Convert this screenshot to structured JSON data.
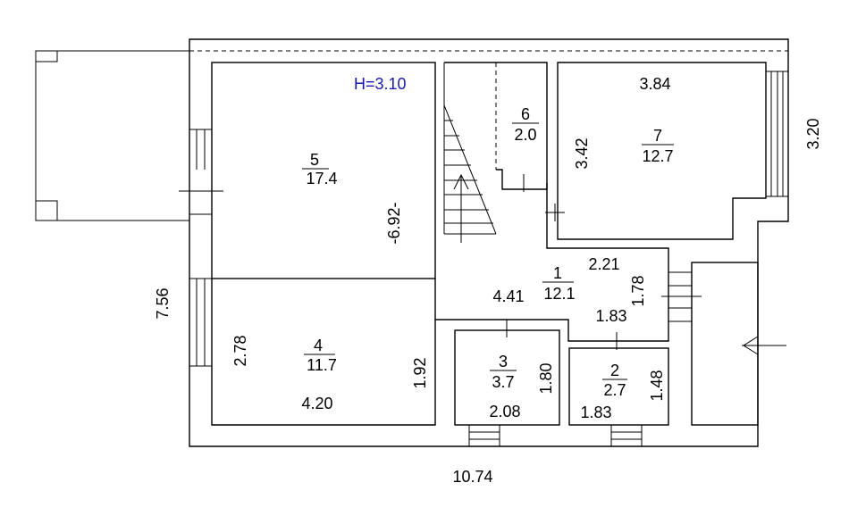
{
  "height_label": "H=3.10",
  "colors": {
    "line": "#000000",
    "height_label": "#1a1aa6",
    "background": "#ffffff"
  },
  "rooms": [
    {
      "number": "1",
      "area": "12.1"
    },
    {
      "number": "2",
      "area": "2.7"
    },
    {
      "number": "3",
      "area": "3.7"
    },
    {
      "number": "4",
      "area": "11.7"
    },
    {
      "number": "5",
      "area": "17.4"
    },
    {
      "number": "6",
      "area": "2.0"
    },
    {
      "number": "7",
      "area": "12.7"
    }
  ],
  "dimensions": {
    "room1_a": "2.21",
    "room1_b": "1.78",
    "room1_c": "1.83",
    "room1_d": "4.41",
    "room2_a": "1.48",
    "room2_b": "1.83",
    "room3_a": "1.80",
    "room3_b": "2.08",
    "room4_a": "2.78",
    "room4_b": "4.20",
    "room4_c": "1.92",
    "room5_a": "-6.92-",
    "room7_a": "3.84",
    "room7_b": "3.42",
    "overall_width": "10.74",
    "overall_height": "7.56",
    "right_side": "3.20"
  }
}
